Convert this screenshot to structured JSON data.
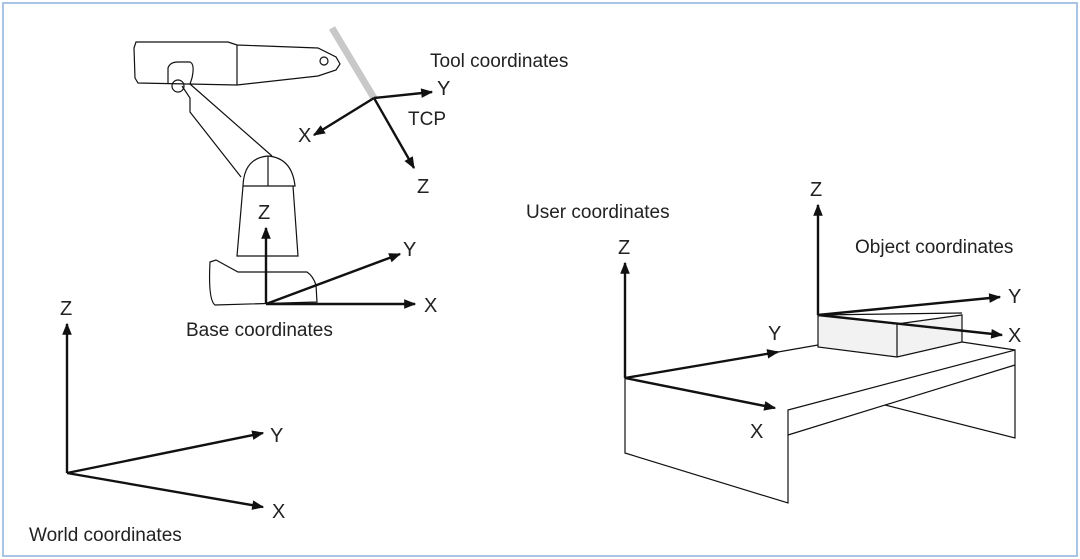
{
  "colors": {
    "frame": "#aac4e6",
    "tool": "#c8c8c8",
    "object_fill": "#f2f2f2",
    "line": "#111111"
  },
  "frames": {
    "world": {
      "label": "World coordinates",
      "x": "X",
      "y": "Y",
      "z": "Z"
    },
    "base": {
      "label": "Base coordinates",
      "x": "X",
      "y": "Y",
      "z": "Z"
    },
    "tool": {
      "label": "Tool coordinates",
      "tcp": "TCP",
      "x": "X",
      "y": "Y",
      "z": "Z"
    },
    "user": {
      "label": "User coordinates",
      "x": "X",
      "y": "Y",
      "z": "Z"
    },
    "object": {
      "label": "Object coordinates",
      "x": "X",
      "y": "Y",
      "z": "Z"
    }
  }
}
